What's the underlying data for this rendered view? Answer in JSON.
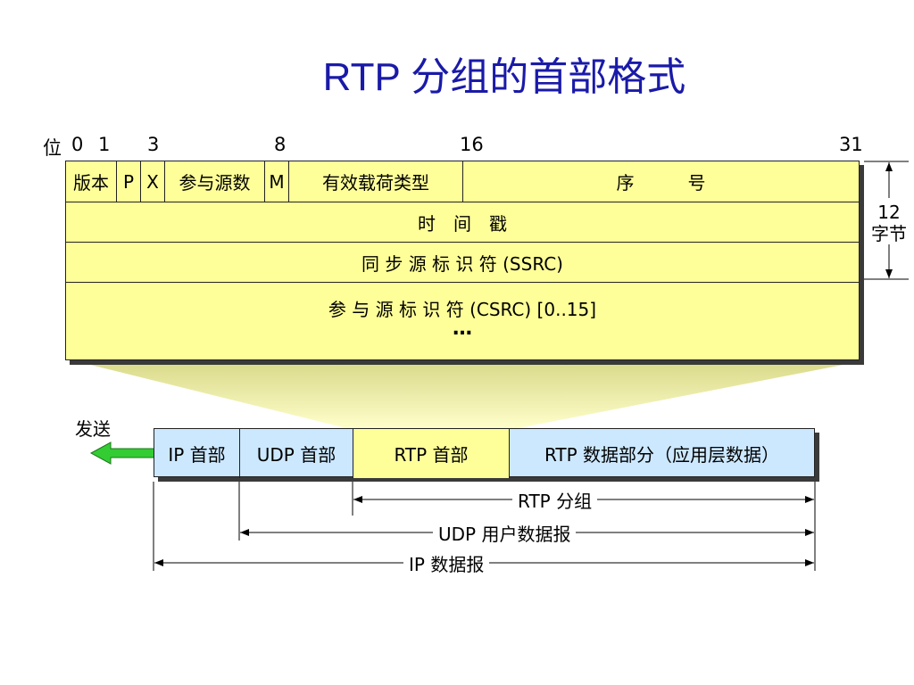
{
  "title": "RTP 分组的首部格式",
  "bit_labels": {
    "prefix": "位",
    "b0": "0",
    "b1": "1",
    "b3": "3",
    "b8": "8",
    "b16": "16",
    "b31": "31"
  },
  "header_fields": {
    "version": "版本",
    "padding": "P",
    "extension": "X",
    "csrc_count": "参与源数",
    "marker": "M",
    "payload_type": "有效载荷类型",
    "sequence": "序　　　号"
  },
  "rows": {
    "timestamp": "时　间　戳",
    "ssrc": "同 步 源 标 识 符 (SSRC)",
    "csrc": "参 与 源 标 识 符 (CSRC) [0..15]",
    "ellipsis": "…"
  },
  "size_note": {
    "value": "12",
    "unit": "字节"
  },
  "send_label": "发送",
  "packet": {
    "ip_header": "IP 首部",
    "udp_header": "UDP 首部",
    "rtp_header": "RTP 首部",
    "rtp_data": "RTP 数据部分（应用层数据）"
  },
  "spans": {
    "rtp_packet": "RTP 分组",
    "udp_datagram": "UDP 用户数据报",
    "ip_datagram": "IP 数据报"
  },
  "colors": {
    "header_fill": "#ffff99",
    "packet_fill": "#cce8ff",
    "title": "#1a1aa8",
    "arrow": "#33cc33"
  }
}
